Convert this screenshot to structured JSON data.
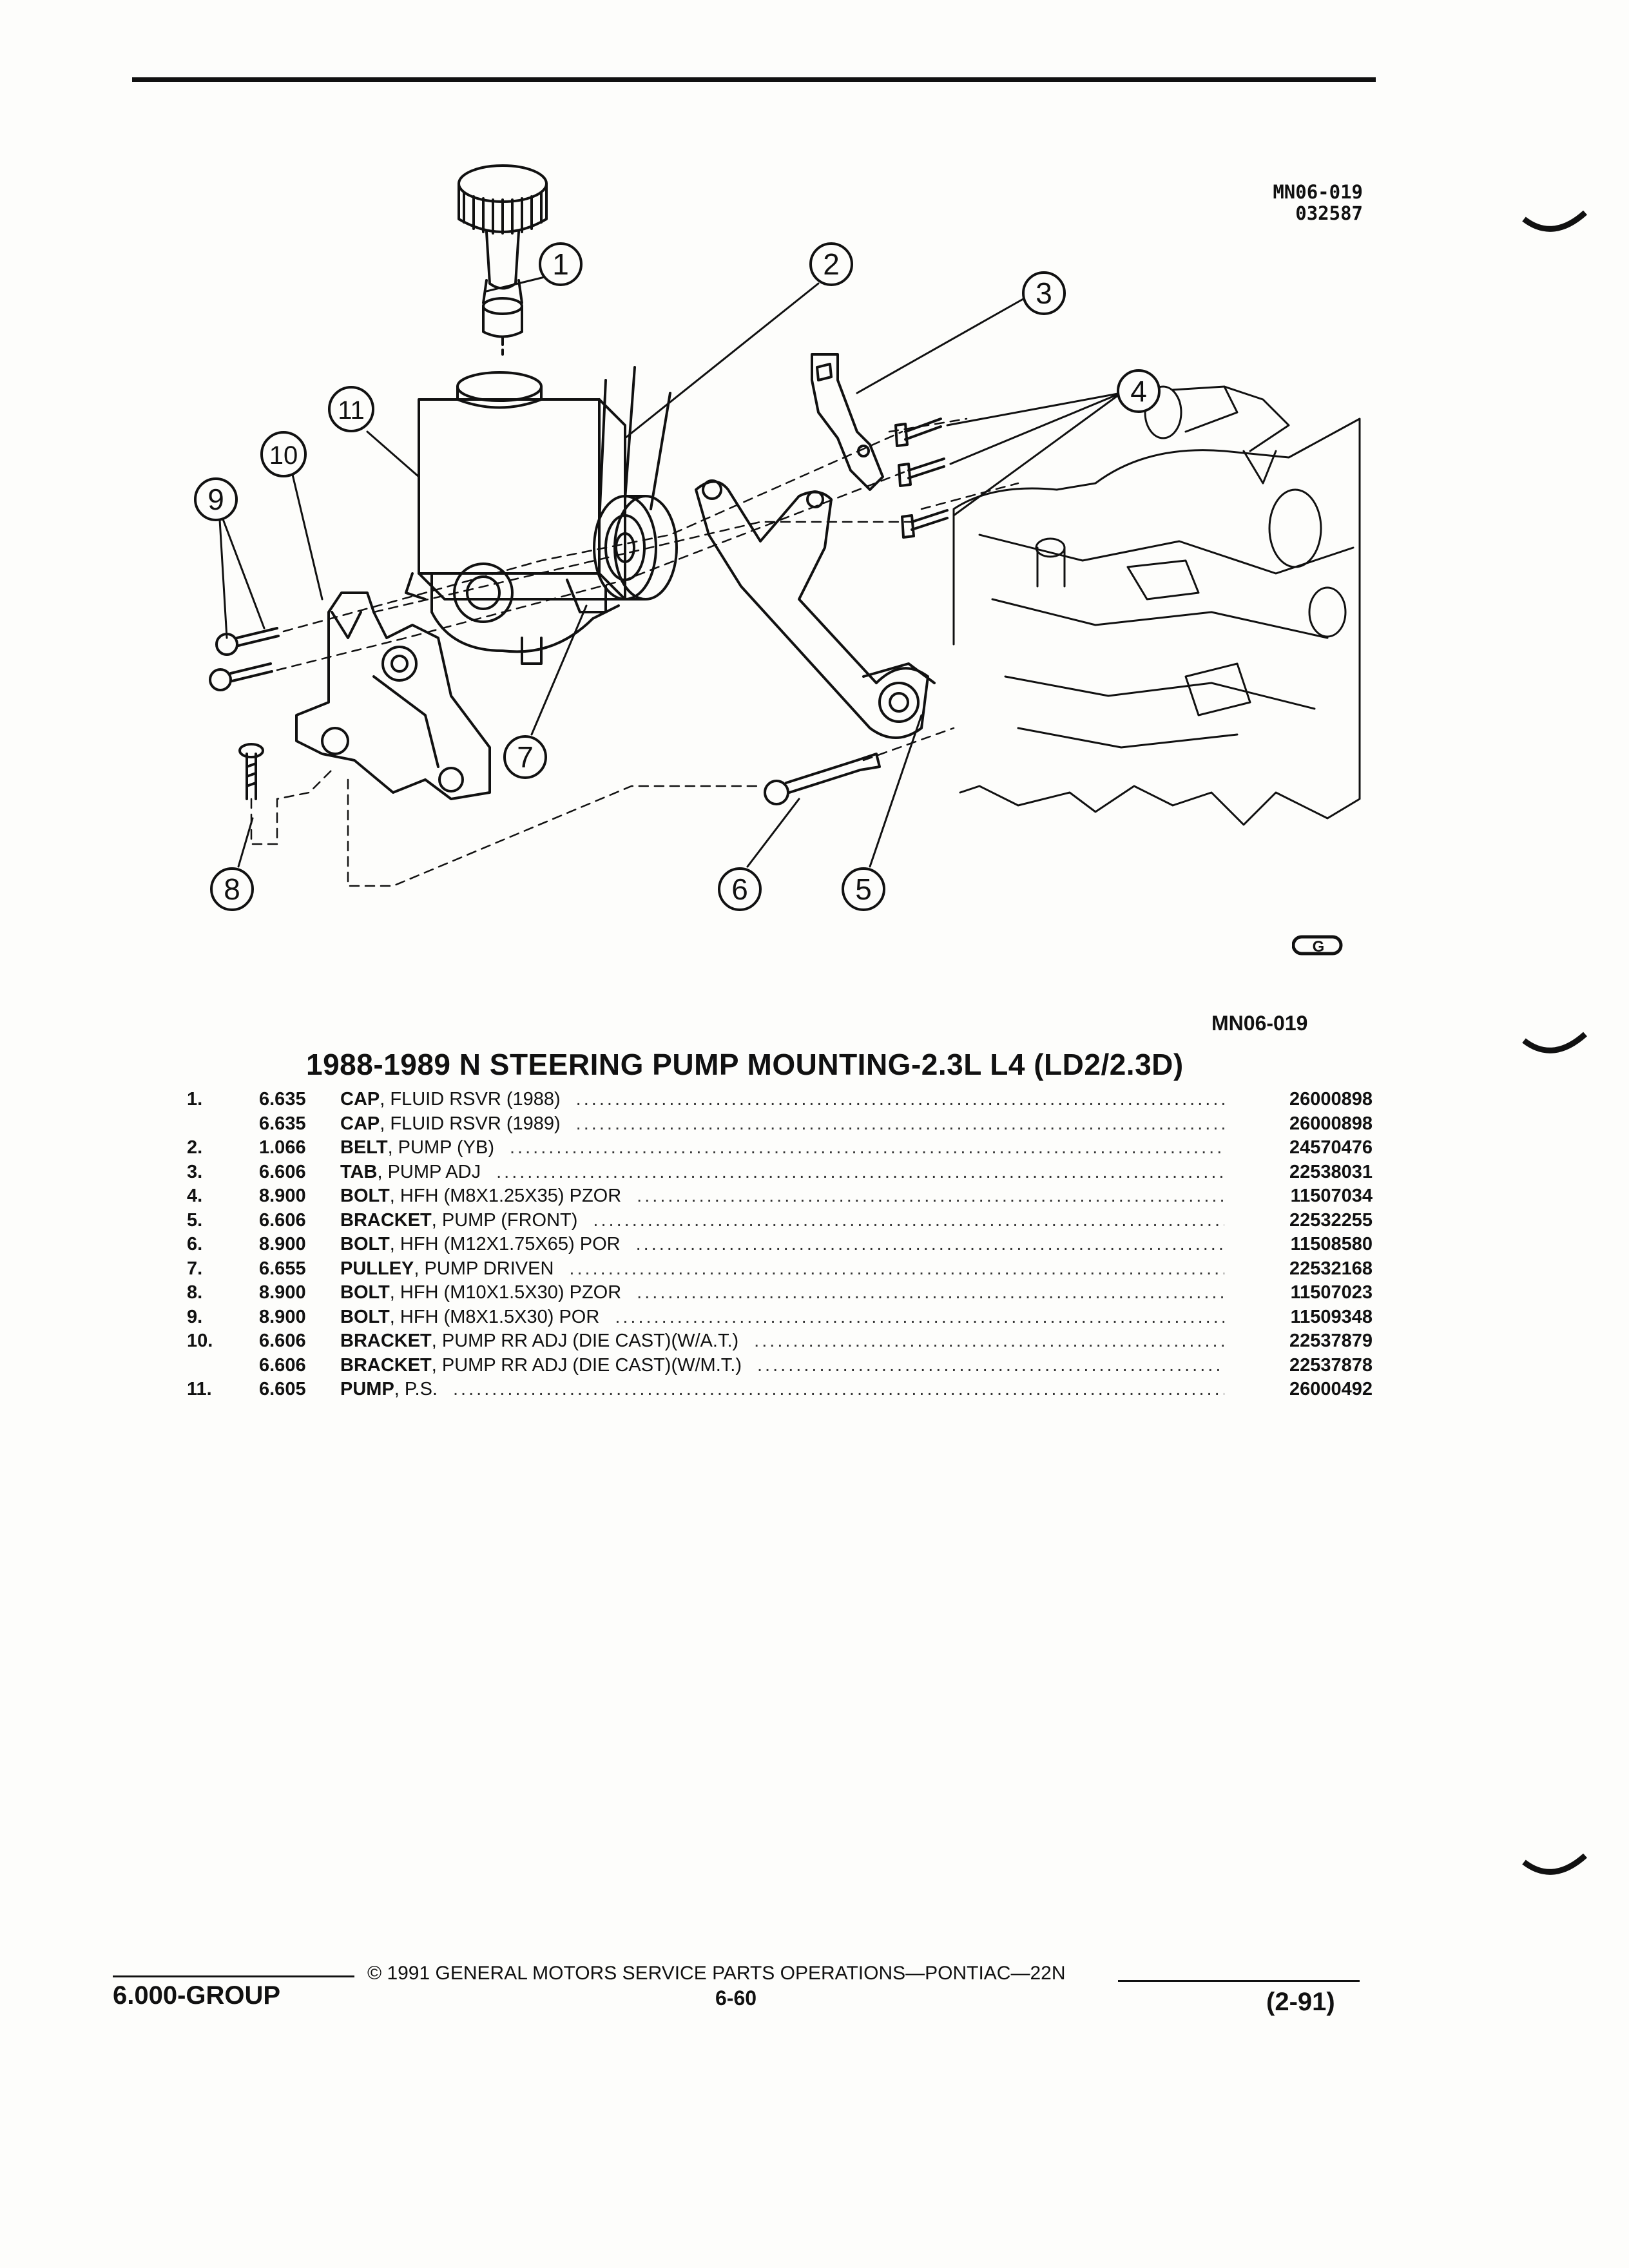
{
  "header": {
    "figure_code": "MN06-019",
    "figure_date": "032587"
  },
  "diagram": {
    "callouts": [
      "1",
      "2",
      "3",
      "4",
      "5",
      "6",
      "7",
      "8",
      "9",
      "10",
      "11"
    ],
    "mark": "G"
  },
  "figure_code_bottom": "MN06-019",
  "title": "1988-1989 N STEERING PUMP MOUNTING-2.3L L4 (LD2/2.3D)",
  "parts": [
    {
      "num": "1.",
      "group": "6.635",
      "name": "CAP",
      "detail": ", FLUID RSVR (1988)",
      "part_no": "26000898"
    },
    {
      "num": "",
      "group": "6.635",
      "name": "CAP",
      "detail": ", FLUID RSVR (1989)",
      "part_no": "26000898"
    },
    {
      "num": "2.",
      "group": "1.066",
      "name": "BELT",
      "detail": ", PUMP (YB)",
      "part_no": "24570476"
    },
    {
      "num": "3.",
      "group": "6.606",
      "name": "TAB",
      "detail": ", PUMP ADJ",
      "part_no": "22538031"
    },
    {
      "num": "4.",
      "group": "8.900",
      "name": "BOLT",
      "detail": ", HFH (M8X1.25X35) PZOR",
      "part_no": "11507034"
    },
    {
      "num": "5.",
      "group": "6.606",
      "name": "BRACKET",
      "detail": ", PUMP (FRONT)",
      "part_no": "22532255"
    },
    {
      "num": "6.",
      "group": "8.900",
      "name": "BOLT",
      "detail": ", HFH (M12X1.75X65) POR",
      "part_no": "11508580"
    },
    {
      "num": "7.",
      "group": "6.655",
      "name": "PULLEY",
      "detail": ", PUMP DRIVEN",
      "part_no": "22532168"
    },
    {
      "num": "8.",
      "group": "8.900",
      "name": "BOLT",
      "detail": ", HFH (M10X1.5X30) PZOR",
      "part_no": "11507023"
    },
    {
      "num": "9.",
      "group": "8.900",
      "name": "BOLT",
      "detail": ", HFH (M8X1.5X30) POR",
      "part_no": "11509348"
    },
    {
      "num": "10.",
      "group": "6.606",
      "name": "BRACKET",
      "detail": ", PUMP RR ADJ (DIE CAST)(W/A.T.)",
      "part_no": "22537879"
    },
    {
      "num": "",
      "group": "6.606",
      "name": "BRACKET",
      "detail": ", PUMP RR ADJ (DIE CAST)(W/M.T.)",
      "part_no": "22537878"
    },
    {
      "num": "11.",
      "group": "6.605",
      "name": "PUMP",
      "detail": ", P.S.",
      "part_no": "26000492"
    }
  ],
  "footer": {
    "copyright": "© 1991 GENERAL MOTORS SERVICE PARTS OPERATIONS—PONTIAC—22N",
    "group": "6.000-GROUP",
    "page": "6-60",
    "date": "(2-91)"
  }
}
